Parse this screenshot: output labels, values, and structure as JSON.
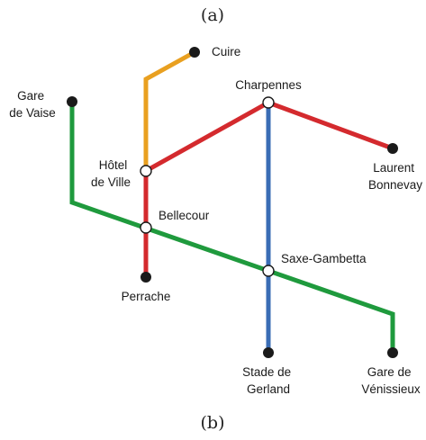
{
  "captions": {
    "top": "(a)",
    "bottom": "(b)"
  },
  "colors": {
    "orange_line": "#e9a020",
    "red_line": "#d42a2e",
    "blue_line": "#3a6db5",
    "green_line": "#1f9a3d",
    "terminus": "#1a1a1a",
    "interchange_fill": "#ffffff"
  },
  "stations": {
    "cuire": "Cuire",
    "gare_de_vaise": [
      "Gare",
      "de Vaise"
    ],
    "charpennes": "Charpennes",
    "hotel_de_ville": [
      "Hôtel",
      "de Ville"
    ],
    "laurent_bonnevay": [
      "Laurent",
      "Bonnevay"
    ],
    "bellecour": "Bellecour",
    "saxe_gambetta": "Saxe-Gambetta",
    "perrache": "Perrache",
    "stade_de_gerland": [
      "Stade de",
      "Gerland"
    ],
    "gare_de_venissieux": [
      "Gare de",
      "Vénissieux"
    ]
  }
}
